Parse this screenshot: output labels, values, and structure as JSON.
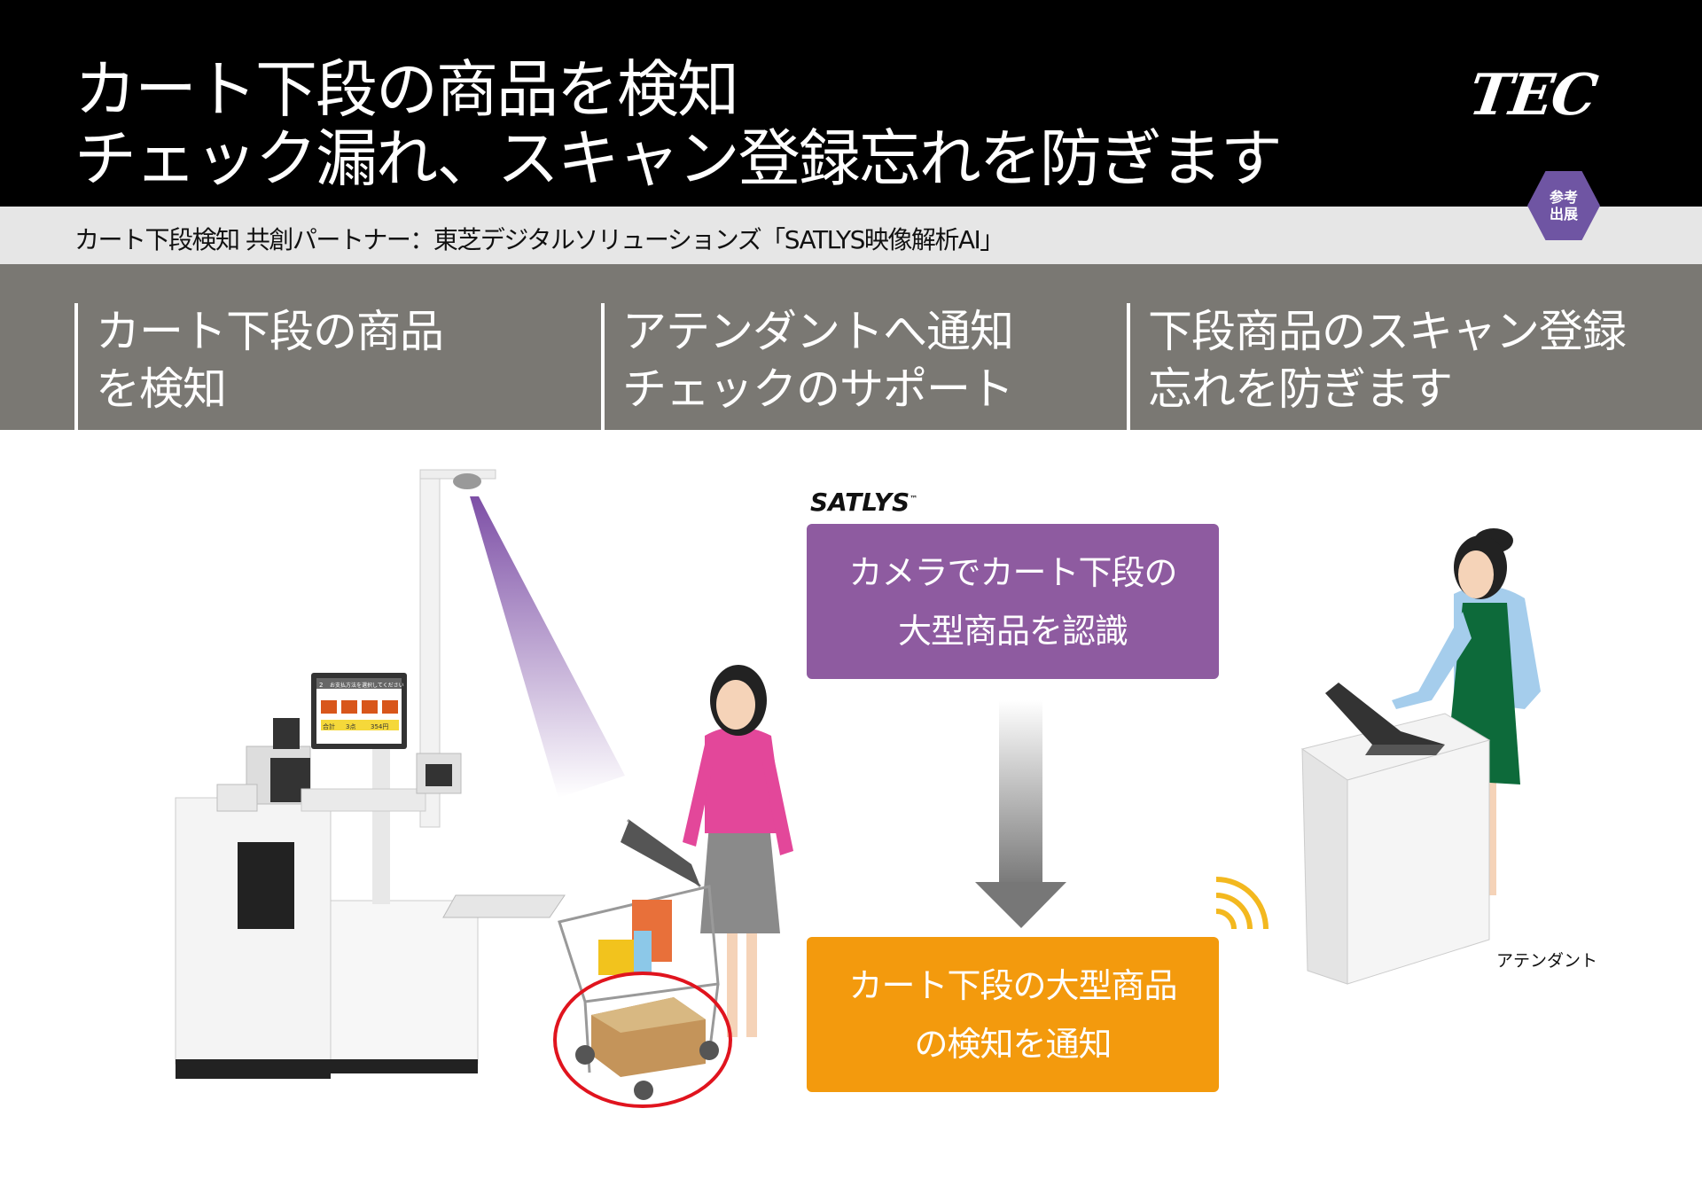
{
  "header": {
    "title_line1": "カート下段の商品を検知",
    "title_line2": "チェック漏れ、スキャン登録忘れを防ぎます",
    "logo": "TEC",
    "badge_line1": "参考",
    "badge_line2": "出展"
  },
  "subtitle": "カート下段検知 共創パートナー：東芝デジタルソリューションズ「SATLYS映像解析AI」",
  "features": [
    {
      "line1": "カート下段の商品",
      "line2": "を検知"
    },
    {
      "line1": "アテンダントへ通知",
      "line2": "チェックのサポート"
    },
    {
      "line1": "下段商品のスキャン登録",
      "line2": "忘れを防ぎます"
    }
  ],
  "diagram": {
    "brand": "SATLYS",
    "brand_mark": "™",
    "step1": {
      "line1": "カメラでカート下段の",
      "line2": "大型商品を認識"
    },
    "step2": {
      "line1": "カート下段の大型商品",
      "line2": "の検知を通知"
    },
    "attendant_label": "アテンダント"
  },
  "kiosk_screen": {
    "step": "2",
    "prompt": "お支払方法を選択してください",
    "total": "合計",
    "count": "3点",
    "amount": "354円"
  },
  "colors": {
    "purple": "#8e5ba0",
    "orange": "#f39a0d",
    "band": "#7a7873",
    "badge": "#6f55a3",
    "highlight": "#e0141e"
  }
}
